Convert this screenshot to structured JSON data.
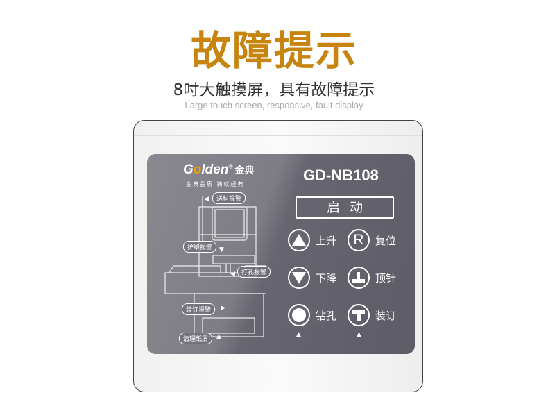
{
  "header": {
    "title": "故障提示",
    "subtitle": "8吋大触摸屏，具有故障提示",
    "subtitle_en": "Large touch screen, responsive, fault display"
  },
  "panel": {
    "logo": {
      "brand_prefix": "G",
      "brand_o": "o",
      "brand_rest": "lden",
      "registered": "®",
      "cn": "金典"
    },
    "slogan": "金典品质 铸就经典",
    "alarms": {
      "feed": "送料报警",
      "cover": "护罩报警",
      "punch": "打孔报警",
      "bind": "装订报警",
      "clean": "清理纸屑"
    },
    "model": "GD-NB108",
    "start": "启动",
    "buttons": [
      {
        "label": "上升",
        "icon": "triangle-up"
      },
      {
        "label": "复位",
        "icon": "letter-r"
      },
      {
        "label": "下降",
        "icon": "triangle-down"
      },
      {
        "label": "顶针",
        "icon": "inverted-t"
      },
      {
        "label": "钻孔",
        "icon": "circle"
      },
      {
        "label": "装订",
        "icon": "t-shape"
      }
    ],
    "arrow_mark": "▲"
  },
  "colors": {
    "title": "#c7850f",
    "panel": "#5d5c66"
  }
}
